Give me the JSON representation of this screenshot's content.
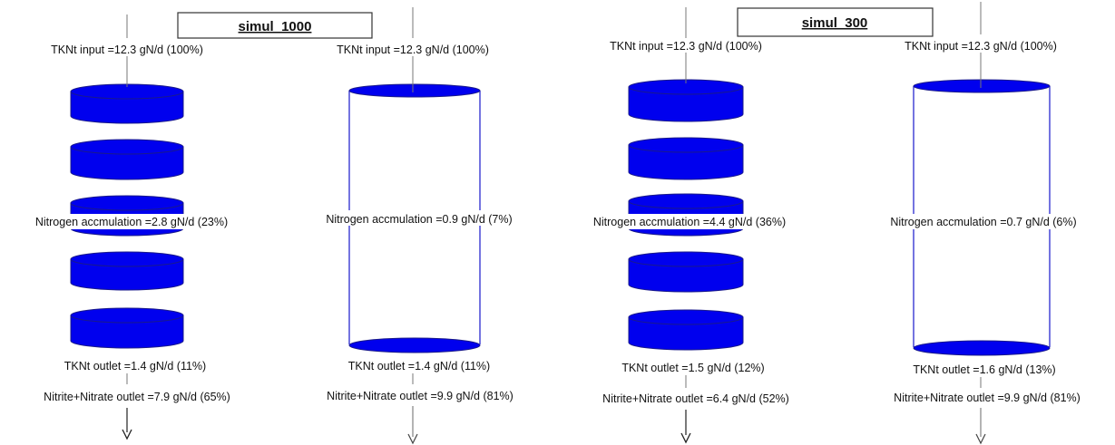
{
  "groups": [
    {
      "title": "simul_1000",
      "columns": [
        {
          "reactor": "stacked",
          "input": "TKNt input =12.3 gN/d (100%)",
          "accumulation": "Nitrogen accmulation =2.8 gN/d (23%)",
          "outlet": "TKNt outlet =1.4 gN/d (11%)",
          "nitrate": "Nitrite+Nitrate outlet =7.9 gN/d (65%)"
        },
        {
          "reactor": "single",
          "input": "TKNt input =12.3 gN/d (100%)",
          "accumulation": "Nitrogen accmulation =0.9 gN/d (7%)",
          "outlet": "TKNt outlet =1.4 gN/d (11%)",
          "nitrate": "Nitrite+Nitrate outlet =9.9 gN/d (81%)"
        }
      ]
    },
    {
      "title": "simul_300",
      "columns": [
        {
          "reactor": "stacked",
          "input": "TKNt input =12.3 gN/d (100%)",
          "accumulation": "Nitrogen accmulation =4.4 gN/d (36%)",
          "outlet": "TKNt outlet =1.5 gN/d (12%)",
          "nitrate": "Nitrite+Nitrate outlet =6.4 gN/d (52%)"
        },
        {
          "reactor": "single",
          "input": "TKNt input =12.3 gN/d (100%)",
          "accumulation": "Nitrogen accmulation =0.7 gN/d (6%)",
          "outlet": "TKNt outlet =1.6 gN/d (13%)",
          "nitrate": "Nitrite+Nitrate outlet =9.9 gN/d (81%)"
        }
      ]
    }
  ],
  "colors": {
    "fill": "#0000ee",
    "stroke": "#1a1a8a",
    "line": "#777777",
    "arrow": "#222222"
  }
}
